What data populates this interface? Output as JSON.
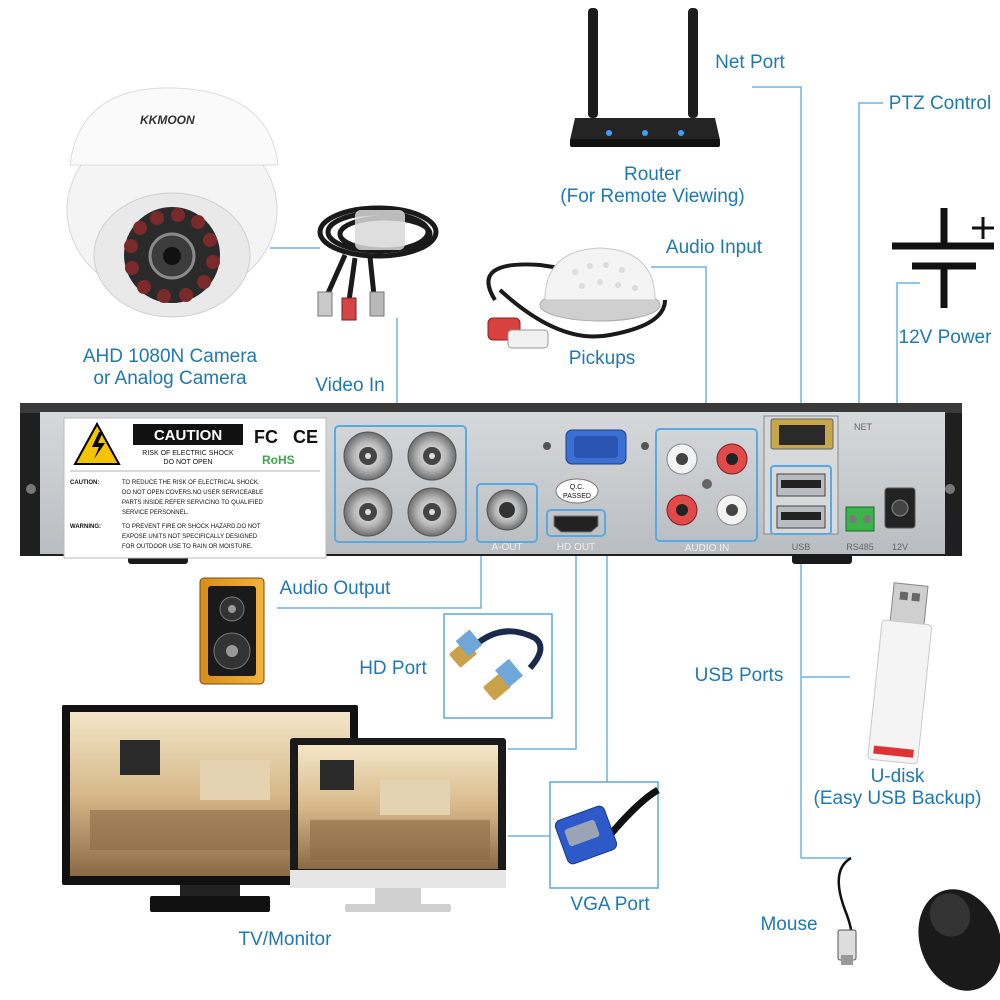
{
  "labels": {
    "camera": [
      "AHD 1080N Camera",
      "or Analog Camera"
    ],
    "video_in": "Video In",
    "router": [
      "Router",
      "(For Remote Viewing)"
    ],
    "net_port": "Net Port",
    "ptz_control": "PTZ Control",
    "power": "12V Power",
    "audio_input": "Audio Input",
    "pickups": "Pickups",
    "audio_output": "Audio Output",
    "hd_port": "HD Port",
    "usb_ports": "USB Ports",
    "udisk": [
      "U-disk",
      "(Easy USB Backup)"
    ],
    "tv_monitor": "TV/Monitor",
    "vga_port": "VGA Port",
    "mouse": "Mouse"
  },
  "camera_brand": "KKMOON",
  "dvr_panel": {
    "caution_title": "CAUTION",
    "caution_sub": [
      "RISK OF ELECTRIC SHOCK",
      "DO NOT OPEN"
    ],
    "cert": [
      "FC",
      "CE",
      "RoHS"
    ],
    "warn1_head": "CAUTION:",
    "warn1": [
      "TO REDUCE THE RISK OF ELECTRICAL SHOCK.",
      "DO NOT OPEN COVERS.NO USER SERVICEABLE",
      "PARTS INSIDE.REFER SERVICING TO QUALIFIED",
      "SERVICE PERSONNEL."
    ],
    "warn2_head": "WARNING:",
    "warn2": [
      "TO PREVENT FIRE OR SHOCK HAZARD.DO NOT",
      "EXPOSE UNITS NOT SPECIFICALLY DESIGNED",
      "FOR OUTDOOR USE TO RAIN OR MOISTURE."
    ],
    "qc": [
      "Q.C.",
      "PASSED"
    ],
    "port_labels": {
      "a_out": "A-OUT",
      "hd_out": "HD OUT",
      "audio_in": "AUDIO IN",
      "usb": "USB",
      "net": "NET",
      "rs485": "RS485",
      "dc": "12V"
    }
  },
  "colors": {
    "label": "#1e78b4",
    "line": "#6fb3e0",
    "dvr_body": "#2b2b2b",
    "dvr_panel": "#c9cdd1",
    "highlight": "#5aa9e0"
  }
}
